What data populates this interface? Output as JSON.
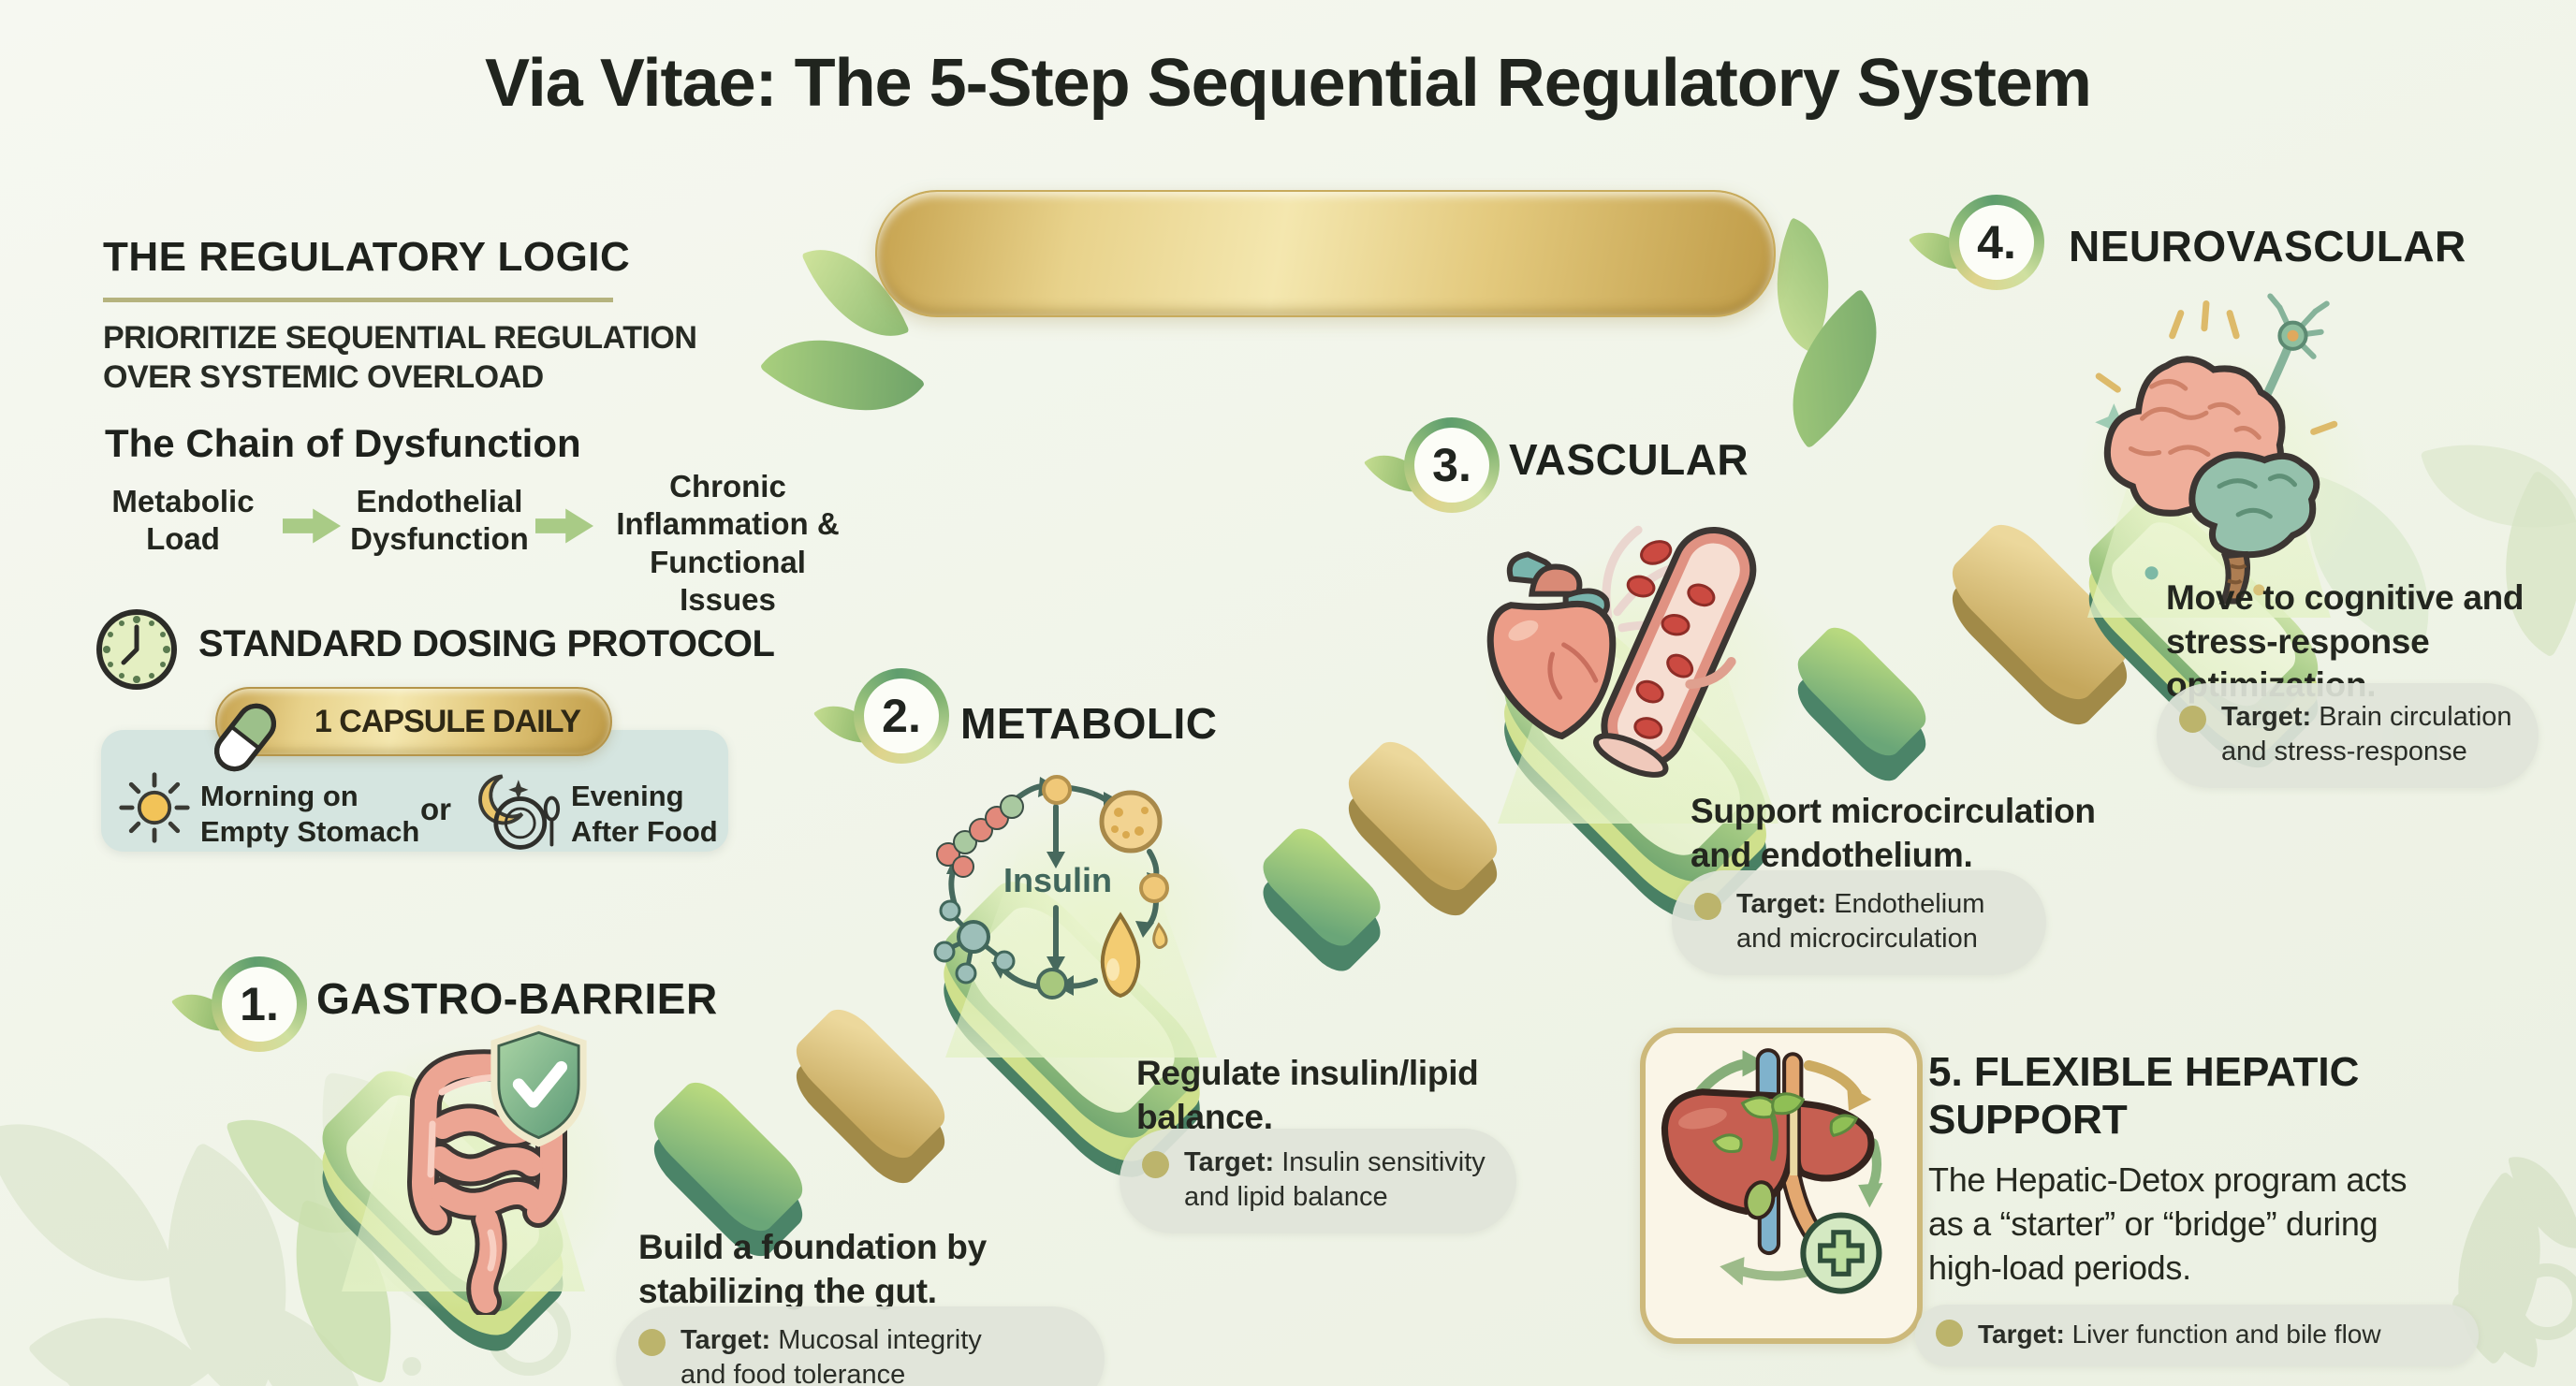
{
  "title": "Via Vitae: The 5-Step Sequential Regulatory System",
  "logic": {
    "heading": "THE REGULATORY LOGIC",
    "subheading": "PRIORITIZE SEQUENTIAL REGULATION\nOVER SYSTEMIC OVERLOAD",
    "chain_heading": "The Chain of Dysfunction",
    "chain": [
      {
        "label": "Metabolic\nLoad"
      },
      {
        "label": "Endothelial\nDysfunction"
      },
      {
        "label": "Chronic\nInflammation &\nFunctional Issues"
      }
    ]
  },
  "dosing": {
    "heading": "STANDARD DOSING PROTOCOL",
    "capsule_label": "1 CAPSULE DAILY",
    "morning_label": "Morning on\nEmpty Stomach",
    "or_label": "or",
    "evening_label": "Evening\nAfter Food"
  },
  "steps": [
    {
      "number": "1.",
      "name": "GASTRO-BARRIER",
      "description": "Build a foundation by\nstabilizing the gut.",
      "target_label": "Target:",
      "target": "Mucosal integrity\nand food tolerance"
    },
    {
      "number": "2.",
      "name": "METABOLIC",
      "illustration_label": "Insulin",
      "description": "Regulate insulin/lipid\nbalance.",
      "target_label": "Target:",
      "target": "Insulin sensitivity\nand lipid balance"
    },
    {
      "number": "3.",
      "name": "VASCULAR",
      "description": "Support microcirculation\nand endothelium.",
      "target_label": "Target:",
      "target": "Endothelium\nand microcirculation"
    },
    {
      "number": "4.",
      "name": "NEUROVASCULAR",
      "description": "Move to cognitive and\nstress-response\noptimization.",
      "target_label": "Target:",
      "target": "Brain circulation\nand stress-response"
    },
    {
      "number": "5.",
      "name": "FLEXIBLE HEPATIC SUPPORT",
      "heading": "5. FLEXIBLE HEPATIC\nSUPPORT",
      "description": "The Hepatic-Detox program acts\nas a “starter” or “bridge” during\nhigh-load periods.",
      "target_label": "Target:",
      "target": "Liver function and bile flow"
    }
  ],
  "icons": {
    "clock": "clock-icon",
    "capsule": "capsule-icon",
    "sun": "sun-icon",
    "moon_plate": "moon-plate-icon",
    "shield_check": "shield-check-icon",
    "leaf": "leaf-icon",
    "medical_plus": "medical-plus-icon",
    "arrow": "flow-arrow-icon",
    "bullet": "bullet-dot-icon"
  },
  "colors": {
    "background": "#f2f5ec",
    "text": "#23271f",
    "accent_green": "#7fae62",
    "deep_green": "#4e8a6b",
    "gold": "#c9a854",
    "pale_blue_box": "#d5e5e0",
    "target_pill_bg": "#e0e5d9",
    "bullet_dot": "#bcb46c",
    "underline": "#b5b37e"
  }
}
